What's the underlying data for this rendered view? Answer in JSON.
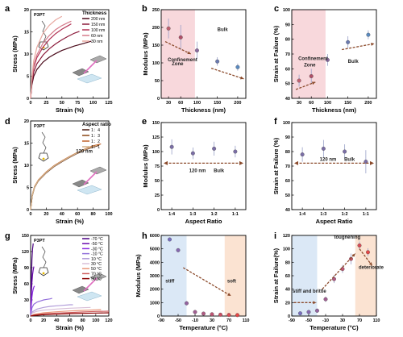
{
  "charts": [
    {
      "id": "a",
      "type": "line",
      "label": "a",
      "sample": "P3PT",
      "xlabel": "Strain (%)",
      "ylabel": "Stress (MPa)",
      "xlim": [
        0,
        125
      ],
      "ylim": [
        0,
        20
      ],
      "xticks": [
        0,
        25,
        50,
        75,
        100,
        125
      ],
      "yticks": [
        0,
        5,
        10,
        15,
        20
      ],
      "legend_title": "Thickness",
      "legend_pos": "top-right",
      "series": [
        {
          "name": "200 nm",
          "color": "#4a0a1a",
          "x": [
            0,
            2,
            5,
            10,
            20,
            30,
            40,
            50,
            60,
            70,
            80,
            90,
            97
          ],
          "y": [
            0,
            3,
            5,
            6.5,
            8.2,
            9.3,
            10.1,
            10.8,
            11.3,
            11.8,
            12.2,
            12.6,
            12.9
          ]
        },
        {
          "name": "150 nm",
          "color": "#8b1a3a",
          "x": [
            0,
            2,
            5,
            10,
            20,
            30,
            40,
            50,
            60,
            70,
            78
          ],
          "y": [
            0,
            3.5,
            6,
            7.8,
            9.8,
            11.2,
            12.3,
            13.2,
            14,
            14.7,
            15.1
          ]
        },
        {
          "name": "100 nm",
          "color": "#b23355",
          "x": [
            0,
            2,
            5,
            10,
            20,
            30,
            40,
            50,
            60,
            65
          ],
          "y": [
            0,
            4,
            7,
            9.2,
            11.6,
            13.3,
            14.6,
            15.6,
            16.4,
            16.8
          ]
        },
        {
          "name": "60 nm",
          "color": "#d57b8b",
          "x": [
            0,
            2,
            5,
            10,
            20,
            30,
            40,
            50,
            60,
            65
          ],
          "y": [
            0,
            4.2,
            7.5,
            9.8,
            12.5,
            14.2,
            15.5,
            16.4,
            17.1,
            17.4
          ]
        },
        {
          "name": "30 nm",
          "color": "#e8a8a0",
          "x": [
            0,
            2,
            5,
            10,
            20,
            30,
            40,
            50
          ],
          "y": [
            0,
            4.8,
            8.5,
            11.5,
            14.7,
            16.5,
            17.7,
            18.5
          ]
        }
      ]
    },
    {
      "id": "b",
      "type": "scatter",
      "label": "b",
      "xlabel": "Thickness (nm)",
      "ylabel": "Modulus (MPa)",
      "xlim": [
        12,
        220
      ],
      "ylim": [
        0,
        250
      ],
      "xticks": [
        30,
        60,
        100,
        150,
        200
      ],
      "yticks": [
        0,
        50,
        100,
        150,
        200,
        250
      ],
      "points": [
        {
          "x": 30,
          "y": 197,
          "err": 28
        },
        {
          "x": 60,
          "y": 172,
          "err": 35
        },
        {
          "x": 100,
          "y": 135,
          "err": 25
        },
        {
          "x": 150,
          "y": 104,
          "err": 12
        },
        {
          "x": 200,
          "y": 88,
          "err": 10
        }
      ],
      "annotations": [
        "Confinement Zone",
        "Bulk"
      ],
      "shade": [
        12,
        95
      ]
    },
    {
      "id": "c",
      "type": "scatter",
      "label": "c",
      "xlabel": "Thickness (nm)",
      "ylabel": "Strain at Failure (%)",
      "xlim": [
        12,
        220
      ],
      "ylim": [
        40,
        100
      ],
      "xticks": [
        30,
        60,
        100,
        150,
        200
      ],
      "yticks": [
        40,
        50,
        60,
        70,
        80,
        90,
        100
      ],
      "points": [
        {
          "x": 30,
          "y": 52,
          "err": 4
        },
        {
          "x": 60,
          "y": 55,
          "err": 5
        },
        {
          "x": 100,
          "y": 66,
          "err": 4
        },
        {
          "x": 150,
          "y": 78,
          "err": 4
        },
        {
          "x": 200,
          "y": 83,
          "err": 3
        }
      ],
      "annotations": [
        "Confinement Zone",
        "Bulk"
      ],
      "shade": [
        12,
        95
      ]
    },
    {
      "id": "d",
      "type": "line",
      "label": "d",
      "sample": "P3PT",
      "xlabel": "Strain (%)",
      "ylabel": "Stress (MPa)",
      "xlim": [
        0,
        100
      ],
      "ylim": [
        0,
        20
      ],
      "xticks": [
        0,
        20,
        40,
        60,
        80,
        100
      ],
      "yticks": [
        0,
        5,
        10,
        15,
        20
      ],
      "legend_title": "Aspect ratio",
      "legend_pos": "top-right",
      "annotation": "120 nm",
      "series": [
        {
          "name": "1：4",
          "color": "#4a1a10",
          "x": [
            0,
            2,
            5,
            10,
            20,
            30,
            40,
            50,
            60,
            70,
            80,
            86
          ],
          "y": [
            0,
            3,
            5,
            6.5,
            8.3,
            9.7,
            10.8,
            11.8,
            12.7,
            13.5,
            14.1,
            14.4
          ]
        },
        {
          "name": "1：3",
          "color": "#8b4513",
          "x": [
            0,
            2,
            5,
            10,
            20,
            30,
            40,
            50,
            60,
            70,
            80,
            88
          ],
          "y": [
            0,
            3.1,
            5.1,
            6.6,
            8.4,
            9.8,
            10.9,
            11.9,
            12.8,
            13.6,
            14.3,
            14.6
          ]
        },
        {
          "name": "1：2",
          "color": "#c0622a",
          "x": [
            0,
            2,
            5,
            10,
            20,
            30,
            40,
            50,
            60,
            70,
            80,
            90
          ],
          "y": [
            0,
            3.2,
            5.2,
            6.7,
            8.5,
            9.9,
            11,
            12,
            12.9,
            13.7,
            14.4,
            14.8
          ]
        },
        {
          "name": "1：1",
          "color": "#d2b48c",
          "x": [
            0,
            2,
            5,
            10,
            20,
            30,
            40,
            50,
            60,
            70,
            80,
            85
          ],
          "y": [
            0,
            3.1,
            5.1,
            6.6,
            8.4,
            9.8,
            10.9,
            11.9,
            12.8,
            13.6,
            14.2,
            14.5
          ]
        }
      ]
    },
    {
      "id": "e",
      "type": "scatter",
      "label": "e",
      "xlabel": "Aspect Ratio",
      "ylabel": "Modulus (MPa)",
      "categories": [
        "1:4",
        "1:3",
        "1:2",
        "1:1"
      ],
      "ylim": [
        0,
        150
      ],
      "yticks": [
        0,
        25,
        50,
        75,
        100,
        125,
        150
      ],
      "points": [
        {
          "x": "1:4",
          "y": 108,
          "err": 13
        },
        {
          "x": "1:3",
          "y": 97,
          "err": 10
        },
        {
          "x": "1:2",
          "y": 105,
          "err": 12
        },
        {
          "x": "1:1",
          "y": 100,
          "err": 10
        }
      ],
      "annotations": [
        "120 nm",
        "Bulk"
      ]
    },
    {
      "id": "f",
      "type": "scatter",
      "label": "f",
      "xlabel": "Aspect Ratio",
      "ylabel": "Strain at Failure (%)",
      "categories": [
        "1:4",
        "1:3",
        "1:2",
        "1:1"
      ],
      "ylim": [
        40,
        100
      ],
      "yticks": [
        40,
        50,
        60,
        70,
        80,
        90,
        100
      ],
      "points": [
        {
          "x": "1:4",
          "y": 78,
          "err": 5
        },
        {
          "x": "1:3",
          "y": 82,
          "err": 6
        },
        {
          "x": "1:2",
          "y": 80,
          "err": 5
        },
        {
          "x": "1:1",
          "y": 73,
          "err": 8
        }
      ],
      "annotations": [
        "120 nm",
        "Bulk"
      ]
    },
    {
      "id": "g",
      "type": "line",
      "label": "g",
      "sample": "P3PT",
      "xlabel": "Strain (%)",
      "ylabel": "Stress (MPa)",
      "xlim": [
        0,
        120
      ],
      "ylim": [
        0,
        150
      ],
      "xticks": [
        0,
        20,
        40,
        60,
        80,
        100,
        120
      ],
      "yticks": [
        0,
        30,
        60,
        90,
        120,
        150
      ],
      "legend_pos": "top-right",
      "series": [
        {
          "name": "-70 °C",
          "color": "#4b0082",
          "x": [
            0,
            1,
            2,
            3,
            4
          ],
          "y": [
            0,
            60,
            105,
            125,
            135
          ]
        },
        {
          "name": "-50 °C",
          "color": "#6a0dad",
          "x": [
            0,
            1,
            2,
            3,
            4,
            5
          ],
          "y": [
            0,
            38,
            62,
            77,
            86,
            92
          ]
        },
        {
          "name": "-30 °C",
          "color": "#8a2be2",
          "x": [
            0,
            1,
            2,
            3,
            4,
            5,
            6
          ],
          "y": [
            0,
            20,
            35,
            44,
            50,
            54,
            56
          ]
        },
        {
          "name": "-10 °C",
          "color": "#9370db",
          "x": [
            0,
            2,
            5,
            10,
            15,
            20,
            25,
            30,
            33
          ],
          "y": [
            0,
            15,
            22,
            26,
            28,
            30,
            31,
            32,
            33
          ]
        },
        {
          "name": "10 °C",
          "color": "#b19cd9",
          "x": [
            0,
            3,
            10,
            20,
            30,
            40,
            50,
            60,
            65
          ],
          "y": [
            0,
            8,
            13,
            16,
            18,
            19,
            20,
            21,
            21
          ]
        },
        {
          "name": "30 °C",
          "color": "#d8bfd8",
          "x": [
            0,
            3,
            10,
            20,
            40,
            60,
            80,
            92
          ],
          "y": [
            0,
            6,
            9,
            11,
            13,
            14.5,
            15.5,
            16
          ]
        },
        {
          "name": "50 °C",
          "color": "#e9967a",
          "x": [
            0,
            5,
            20,
            40,
            60,
            80,
            100,
            108
          ],
          "y": [
            0,
            3,
            6,
            8,
            9.5,
            10.5,
            11.5,
            12
          ]
        },
        {
          "name": "70 °C",
          "color": "#cd5c5c",
          "x": [
            0,
            5,
            20,
            40,
            60,
            80,
            100,
            120
          ],
          "y": [
            0,
            2,
            4,
            5.5,
            6.5,
            7.5,
            8.5,
            9
          ]
        },
        {
          "name": "90 °C",
          "color": "#8b0000",
          "x": [
            0,
            5,
            20,
            40,
            60,
            80,
            100,
            120
          ],
          "y": [
            0,
            1,
            2.5,
            3.5,
            4.5,
            5,
            5.5,
            6
          ]
        }
      ]
    },
    {
      "id": "h",
      "type": "scatter",
      "label": "h",
      "xlabel": "Temperature (°C)",
      "ylabel": "Modulus (MPa)",
      "xlim": [
        -90,
        110
      ],
      "ylim": [
        0,
        6000
      ],
      "xticks": [
        -90,
        -50,
        -10,
        30,
        70,
        110
      ],
      "yticks": [
        0,
        1000,
        2000,
        3000,
        4000,
        5000,
        6000
      ],
      "points": [
        {
          "x": -70,
          "y": 5700,
          "err": 0
        },
        {
          "x": -50,
          "y": 4900,
          "err": 0
        },
        {
          "x": -30,
          "y": 950,
          "err": 150
        },
        {
          "x": -10,
          "y": 300,
          "err": 0
        },
        {
          "x": 10,
          "y": 180,
          "err": 0
        },
        {
          "x": 30,
          "y": 130,
          "err": 0
        },
        {
          "x": 50,
          "y": 100,
          "err": 0
        },
        {
          "x": 70,
          "y": 80,
          "err": 0
        },
        {
          "x": 90,
          "y": 70,
          "err": 0
        }
      ],
      "annotations": [
        "stiff",
        "soft"
      ],
      "shade_cold": [
        -90,
        -30
      ],
      "shade_hot": [
        60,
        110
      ]
    },
    {
      "id": "i",
      "type": "scatter",
      "label": "i",
      "xlabel": "Temperature (°C)",
      "ylabel": "Strain at Failure(%)",
      "xlim": [
        -90,
        110
      ],
      "ylim": [
        0,
        120
      ],
      "xticks": [
        -90,
        -50,
        -10,
        30,
        70,
        110
      ],
      "yticks": [
        0,
        20,
        40,
        60,
        80,
        100,
        120
      ],
      "points": [
        {
          "x": -70,
          "y": 4,
          "err": 2
        },
        {
          "x": -50,
          "y": 6,
          "err": 2
        },
        {
          "x": -30,
          "y": 8,
          "err": 3
        },
        {
          "x": -10,
          "y": 25,
          "err": 4
        },
        {
          "x": 10,
          "y": 55,
          "err": 6
        },
        {
          "x": 30,
          "y": 70,
          "err": 6
        },
        {
          "x": 50,
          "y": 85,
          "err": 8
        },
        {
          "x": 70,
          "y": 105,
          "err": 6
        },
        {
          "x": 90,
          "y": 95,
          "err": 6
        }
      ],
      "annotations": [
        "stiff and brittle",
        "toughening",
        "deteriorate"
      ],
      "shade_cold": [
        -90,
        -30
      ],
      "shade_hot": [
        60,
        110
      ]
    }
  ]
}
